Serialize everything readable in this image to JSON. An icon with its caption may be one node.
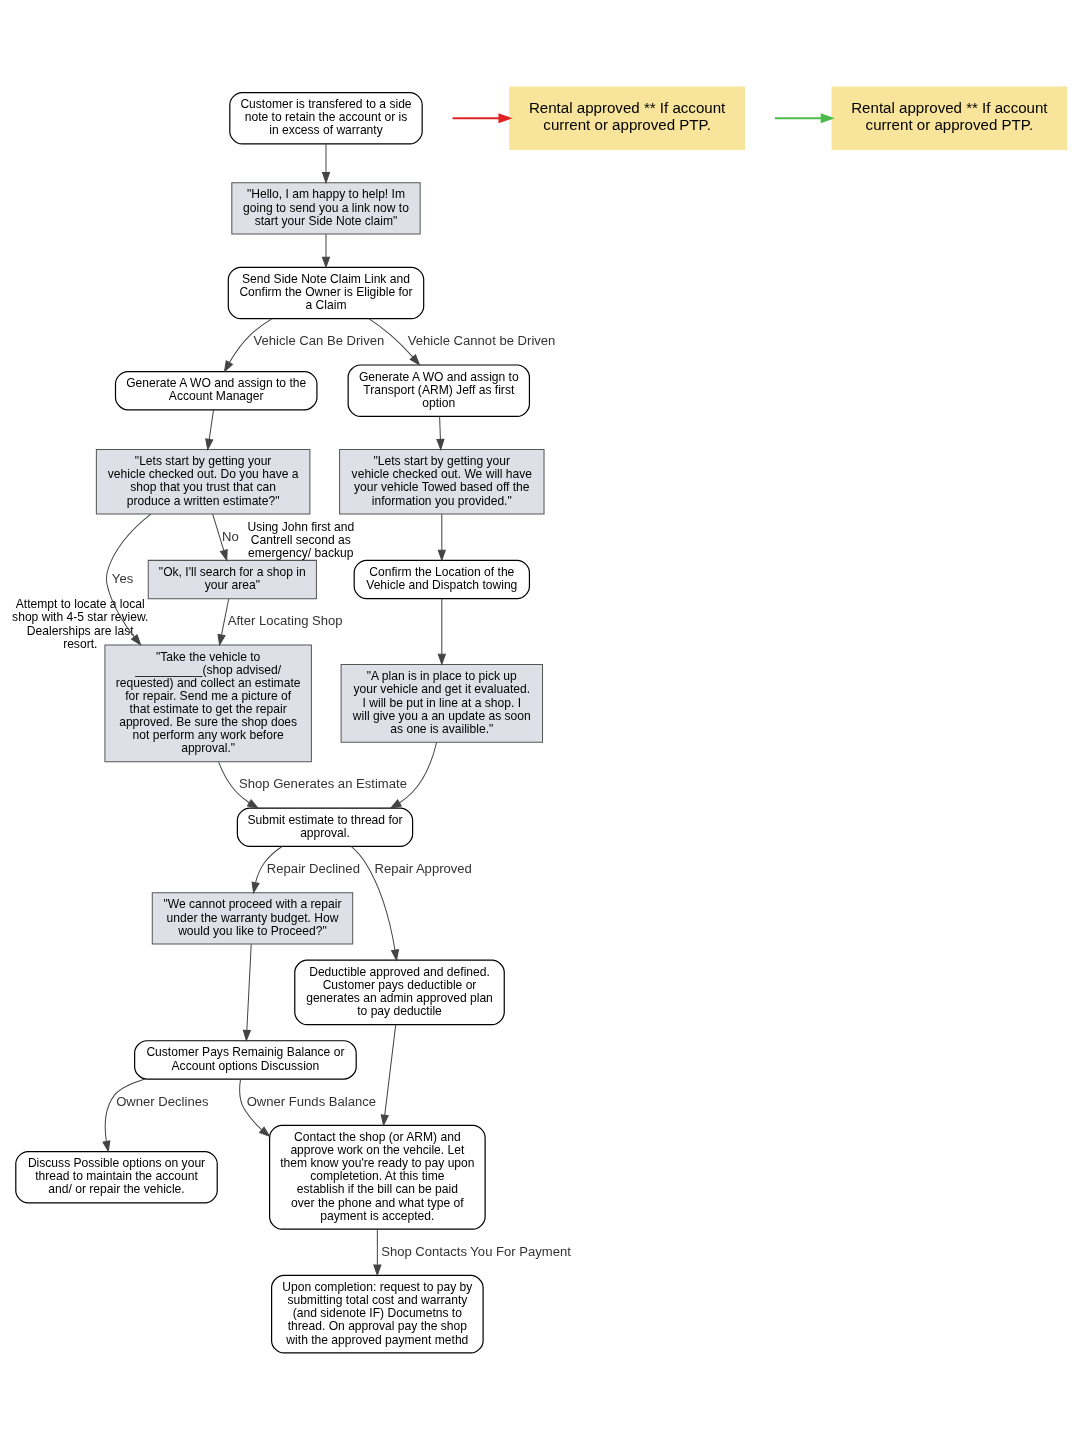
{
  "diagram": {
    "nodes": [
      {
        "text": [
          "Customer is transfered to a side note to retain the account or is in excess of warranty"
        ]
      },
      {
        "text": [
          "\"Hello, I am happy to help! Im going to send you a link now to start your Side Note claim\""
        ]
      },
      {
        "text": [
          "Send Side Note Claim Link and Confirm the Owner is Eligible for a Claim"
        ]
      },
      {
        "text": [
          "Generate A WO and assign to the Account Manager"
        ]
      },
      {
        "text": [
          "Generate A WO and assign to Transport (ARM) Jeff as first option"
        ]
      },
      {
        "text": [
          "Rental approved ** If account current or approved PTP."
        ]
      },
      {
        "text": [
          "\"Lets start by getting your vehicle checked out. Do you have a shop that you trust that can produce a written estimate?\""
        ]
      },
      {
        "text": [
          "\"Lets start by getting your vehicle checked out. We will have your vehicle Towed based off the information you provided.\""
        ]
      },
      {
        "text": [
          "\"Ok, I'll search for a shop in your area\""
        ],
        "beside": [
          "Attempt to locate a local shop with 4-5 star review. Dealerships are last resort."
        ]
      },
      {
        "text": [
          "Confirm the Location of the Vehicle and Dispatch towing"
        ],
        "beside": [
          "Using John first and Cantrell second as emergency/ backup"
        ]
      },
      {
        "text": [
          "\"Take the vehicle to __________(shop advised/ requested) and collect an estimate for repair. Send me a picture of that estimate to get the repair approved. Be sure the shop does not perform any work before approval.\""
        ]
      },
      {
        "text": [
          "\"A plan is in place to pick up your vehicle and get it evaluated. I will be put in line at a shop. I will give you a an update as soon as one is availible.\""
        ]
      },
      {
        "text": [
          "Submit estimate to thread for approval."
        ]
      },
      {
        "text": [
          "Rental approved ** If account current or approved PTP."
        ]
      },
      {
        "text": [
          "\"We cannot proceed with a repair under the warranty budget. How would you like to Proceed?\""
        ]
      },
      {
        "text": [
          "Deductible approved and defined. Customer pays deductible or generates an admin approved plan to pay deductile"
        ]
      },
      {
        "text": [
          "Customer Pays Remainig Balance or Account options Discussion"
        ]
      },
      {
        "text": [
          "Contact the shop (or ARM) and approve work on the vehcile. Let them know you're ready to pay upon completetion. At this time establish if the bill can be paid over the phone and what type of payment is accepted."
        ]
      },
      {
        "text": [
          "Discuss Possible options on your thread to maintain the account and/ or repair the vehicle."
        ]
      },
      {
        "text": [
          "Upon completion: request to pay by submitting total cost and warranty (and sidenote IF) Documetns to thread. On approval pay the shop with the approved payment methd"
        ]
      }
    ],
    "edges": [
      {
        "from": 0,
        "to": 1,
        "arrow": "to"
      },
      {
        "from": 1,
        "to": 2,
        "arrow": "to"
      },
      {
        "from": 2,
        "to": 3,
        "arrow": "to",
        "label": "Vehicle Can Be Driven"
      },
      {
        "from": 2,
        "to": 4,
        "arrow": "to",
        "label": "Vehicle Cannot be Driven"
      },
      {
        "from": 3,
        "to": 6,
        "arrow": "to"
      },
      {
        "from": 4,
        "to": 7,
        "arrow": "to"
      },
      {
        "from": null,
        "to": 5,
        "arrow": "to",
        "color": "#e02424"
      },
      {
        "from": 6,
        "to": 10,
        "arrow": "to",
        "label": "Yes"
      },
      {
        "from": 6,
        "to": 8,
        "arrow": "to",
        "label": "No"
      },
      {
        "from": 8,
        "to": 10,
        "arrow": "to",
        "label": "After Locating Shop"
      },
      {
        "from": 7,
        "to": 9,
        "arrow": "to"
      },
      {
        "from": 9,
        "to": 11,
        "arrow": "to"
      },
      {
        "from": 10,
        "to": 12,
        "arrow": "to",
        "label": "Shop Generates an Estimate"
      },
      {
        "from": 11,
        "to": 12,
        "arrow": "to"
      },
      {
        "from": 12,
        "to": 14,
        "arrow": "to",
        "label": "Repair Declined"
      },
      {
        "from": 12,
        "to": 15,
        "arrow": "to",
        "label": "Repair Approved"
      },
      {
        "from": null,
        "to": 13,
        "arrow": "to",
        "color": "#4cbb4c"
      },
      {
        "from": 14,
        "to": 16,
        "arrow": "to"
      },
      {
        "from": 16,
        "to": 18,
        "arrow": "to",
        "label": "Owner Declines"
      },
      {
        "from": 16,
        "to": 17,
        "arrow": "to",
        "label": "Owner Funds Balance"
      },
      {
        "from": 15,
        "to": 17,
        "arrow": "to"
      },
      {
        "from": 17,
        "to": 19,
        "arrow": "to",
        "label": "Shop Contacts You For Payment"
      }
    ]
  }
}
